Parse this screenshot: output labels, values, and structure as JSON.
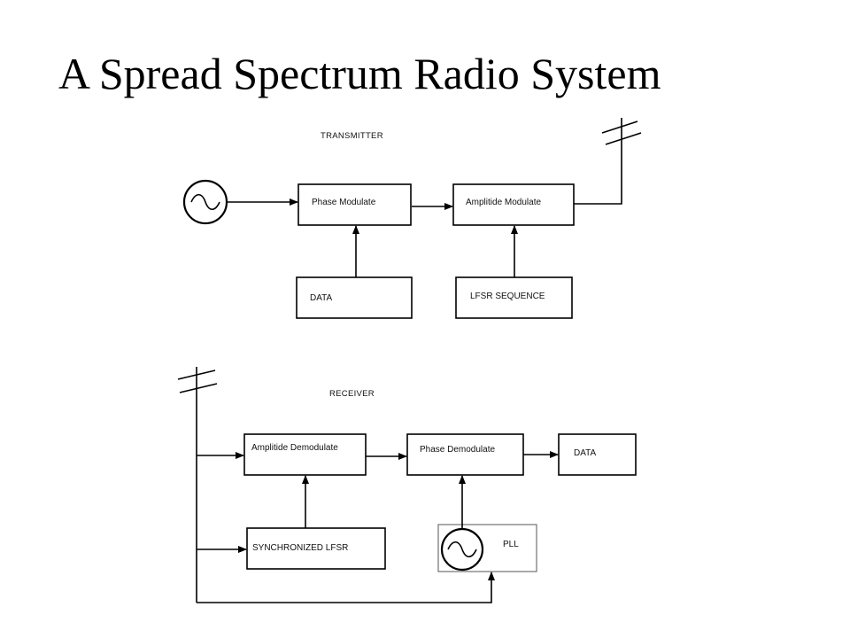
{
  "title": "A Spread Spectrum Radio System",
  "transmitter": {
    "section_label": "TRANSMITTER",
    "phase_modulate_label": "Phase Modulate",
    "amplitude_modulate_label": "Amplitide Modulate",
    "data_label": "DATA",
    "lfsr_label": "LFSR SEQUENCE"
  },
  "receiver": {
    "section_label": "RECEIVER",
    "amplitude_demodulate_label": "Amplitide Demodulate",
    "phase_demodulate_label": "Phase Demodulate",
    "data_out_label": "DATA",
    "synchronized_lfsr_label": "SYNCHRONIZED LFSR",
    "pll_label": "PLL"
  }
}
